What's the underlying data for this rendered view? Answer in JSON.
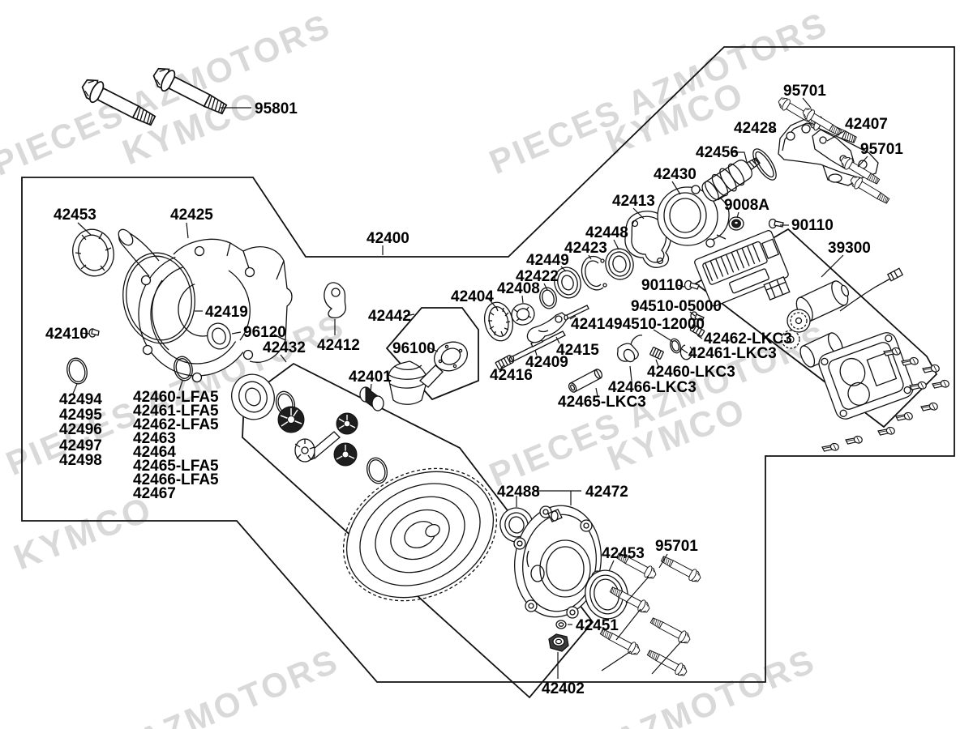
{
  "watermarks": {
    "brand": "PIECES AZMOTORS",
    "maker": "KYMCO",
    "brand_short": "AZMOTORS"
  },
  "labels": {
    "95801": "95801",
    "42453": "42453",
    "42425": "42425",
    "42400": "42400",
    "42419": "42419",
    "42410": "42410",
    "96120": "96120",
    "42494": "42494",
    "42495": "42495",
    "42496": "42496",
    "42497": "42497",
    "42498": "42498",
    "42460-LFA5": "42460-LFA5",
    "42461-LFA5": "42461-LFA5",
    "42462-LFA5": "42462-LFA5",
    "42463": "42463",
    "42464": "42464",
    "42465-LFA5": "42465-LFA5",
    "42466-LFA5": "42466-LFA5",
    "42467": "42467",
    "42432": "42432",
    "42412": "42412",
    "42442": "42442",
    "96100": "96100",
    "42401": "42401",
    "42404": "42404",
    "42408": "42408",
    "42422": "42422",
    "42449": "42449",
    "42423": "42423",
    "42448": "42448",
    "42413": "42413",
    "42430": "42430",
    "42456": "42456",
    "42428": "42428",
    "95701": "95701",
    "42407": "42407",
    "9008A": "9008A",
    "90110": "90110",
    "39300": "39300",
    "94510-05000": "94510-05000",
    "94510-12000": "94510-12000",
    "42414": "42414",
    "42415": "42415",
    "42409": "42409",
    "42416": "42416",
    "42462-LKC3": "42462-LKC3",
    "42461-LKC3": "42461-LKC3",
    "42460-LKC3": "42460-LKC3",
    "42466-LKC3": "42466-LKC3",
    "42465-LKC3": "42465-LKC3",
    "42488": "42488",
    "42472": "42472",
    "42451": "42451",
    "42402": "42402"
  }
}
